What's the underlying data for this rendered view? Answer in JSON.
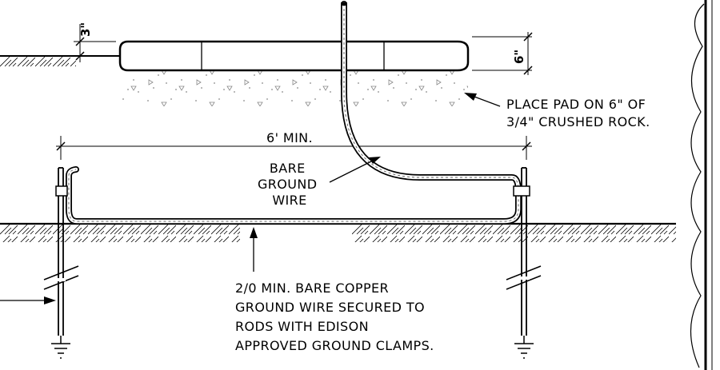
{
  "labels": {
    "dim_3in": "3\"",
    "dim_6in": "6\"",
    "six_ft_min": "6' MIN.",
    "pad_note": [
      "PLACE PAD ON 6\" OF",
      "3/4\" CRUSHED ROCK."
    ],
    "bare_ground_wire": [
      "BARE",
      "GROUND",
      "WIRE"
    ],
    "copper_wire_note": [
      "2/0 MIN. BARE COPPER",
      "GROUND WIRE SECURED TO",
      "RODS WITH EDISON",
      "APPROVED GROUND CLAMPS."
    ]
  },
  "colors": {
    "line": "#000000",
    "background": "#ffffff",
    "gravel": "#888888"
  }
}
